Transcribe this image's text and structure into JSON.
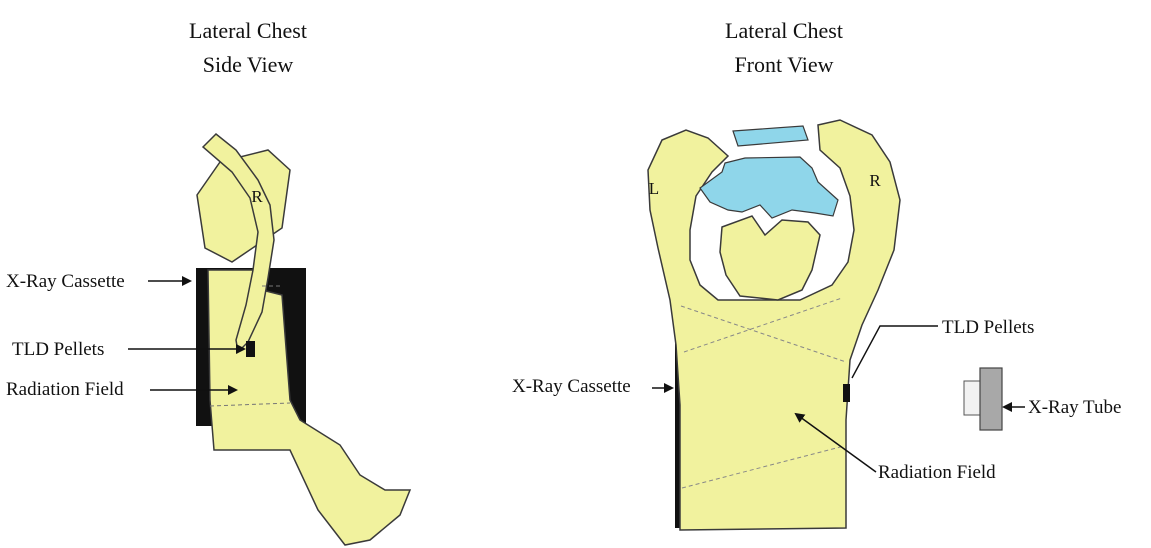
{
  "colors": {
    "body": "#f1f29e",
    "body_stroke": "#3a3a3a",
    "head_blue": "#8fd6ea",
    "cassette": "#111111",
    "tube_light": "#f2f2f2",
    "tube_dark": "#a8a8a8"
  },
  "side_view": {
    "title_line1": "Lateral Chest",
    "title_line2": "Side View",
    "arm_marker": "R",
    "labels": {
      "cassette": "X-Ray Cassette",
      "tld": "TLD Pellets",
      "field": "Radiation Field"
    }
  },
  "front_view": {
    "title_line1": "Lateral Chest",
    "title_line2": "Front View",
    "left_marker": "L",
    "right_marker": "R",
    "labels": {
      "tld": "TLD Pellets",
      "cassette": "X-Ray Cassette",
      "tube": "X-Ray Tube",
      "field": "Radiation Field"
    }
  }
}
